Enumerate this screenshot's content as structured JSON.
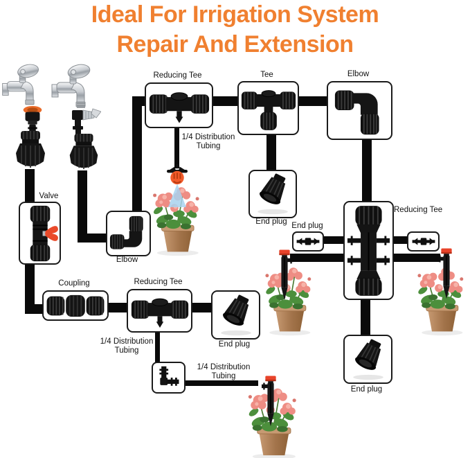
{
  "title": {
    "line1": "Ideal For Irrigation System",
    "line2": "Repair And Extension"
  },
  "colors": {
    "title": "#F08030",
    "tubing": "#0A0A0A",
    "valve_handle": "#EA4A2A",
    "sprinkler": "#F15A29",
    "spray": "#A8D2EE",
    "dripper_cap": "#E8432A",
    "pot": "#A97C55",
    "flower": "#EE8D84",
    "leaf": "#4C8F3C",
    "label_text": "#111111",
    "box_border": "#1A1A1A"
  },
  "labels": {
    "reducing_tee_top": "Reducing Tee",
    "tee": "Tee",
    "elbow_top": "Elbow",
    "elbow_mid": "Elbow",
    "valve": "Valve",
    "coupling": "Coupling",
    "reducing_tee_bottom": "Reducing Tee",
    "reducing_tee_manifold": "Reducing Tee",
    "end_plug_mid": "End plug",
    "end_plug_inline": "End plug",
    "end_plug_bottom_mid": "End plug",
    "end_plug_bottom_right": "End plug",
    "dist_top": {
      "line1": "1/4 Distribution",
      "line2": "Tubing"
    },
    "dist_left": {
      "line1": "1/4 Distribution",
      "line2": "Tubing"
    },
    "dist_mid": {
      "line1": "1/4 Distribution",
      "line2": "Tubing"
    }
  }
}
